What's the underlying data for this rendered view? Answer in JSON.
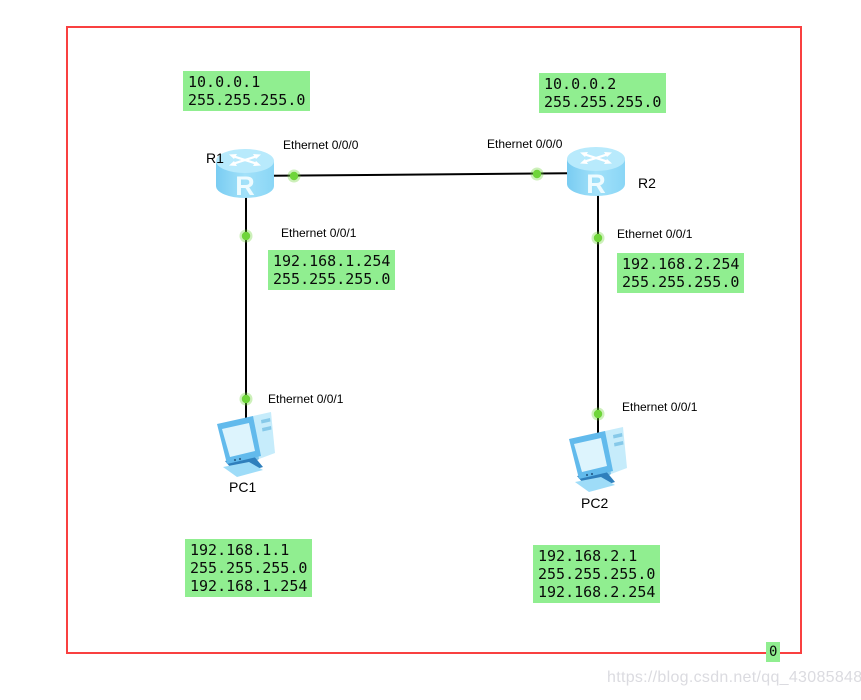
{
  "devices": {
    "r1": {
      "label": "R1"
    },
    "r2": {
      "label": "R2"
    },
    "pc1": {
      "label": "PC1"
    },
    "pc2": {
      "label": "PC2"
    }
  },
  "icons": {
    "router_glyph": "R"
  },
  "interfaces": {
    "r1_wan": "Ethernet 0/0/0",
    "r2_wan": "Ethernet 0/0/0",
    "r1_lan": "Ethernet 0/0/1",
    "r2_lan": "Ethernet 0/0/1",
    "pc1": "Ethernet 0/0/1",
    "pc2": "Ethernet 0/0/1"
  },
  "ip_notes": {
    "r1_wan": {
      "lines": [
        "10.0.0.1",
        "255.255.255.0"
      ]
    },
    "r2_wan": {
      "lines": [
        "10.0.0.2",
        "255.255.255.0"
      ]
    },
    "r1_lan": {
      "lines": [
        "192.168.1.254",
        "255.255.255.0"
      ]
    },
    "r2_lan": {
      "lines": [
        "192.168.2.254",
        "255.255.255.0"
      ]
    },
    "pc1": {
      "lines": [
        "192.168.1.1",
        "255.255.255.0",
        "192.168.1.254"
      ]
    },
    "pc2": {
      "lines": [
        "192.168.2.1",
        "255.255.255.0",
        "192.168.2.254"
      ]
    }
  },
  "badge": {
    "value": "0"
  },
  "watermark": {
    "text": "https://blog.csdn.net/qq_43085848"
  },
  "colors": {
    "note_bg": "#90ee90",
    "indicator_green": "#6fd53a",
    "frame_red": "#f94040",
    "wire_black": "#000000",
    "router_blue": "#86d4f5",
    "pc_blue": "#62baec"
  }
}
